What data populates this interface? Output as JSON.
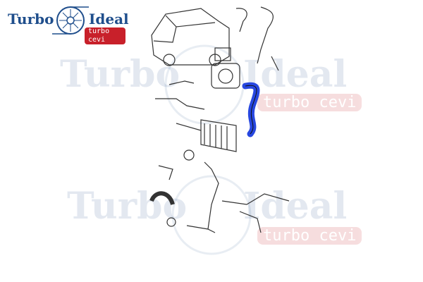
{
  "logo": {
    "word1": "Turbo",
    "word2": "Ideal",
    "badge": "turbo cevi"
  },
  "watermarks": [
    {
      "word1": "Turbo",
      "word2": "Ideal",
      "badge": "turbo cevi"
    },
    {
      "word1": "Turbo",
      "word2": "Ideal",
      "badge": "turbo cevi"
    }
  ],
  "colors": {
    "brand_blue": "#1f4e8c",
    "brand_red": "#c8202a",
    "highlight_hose": "#2747e0"
  }
}
